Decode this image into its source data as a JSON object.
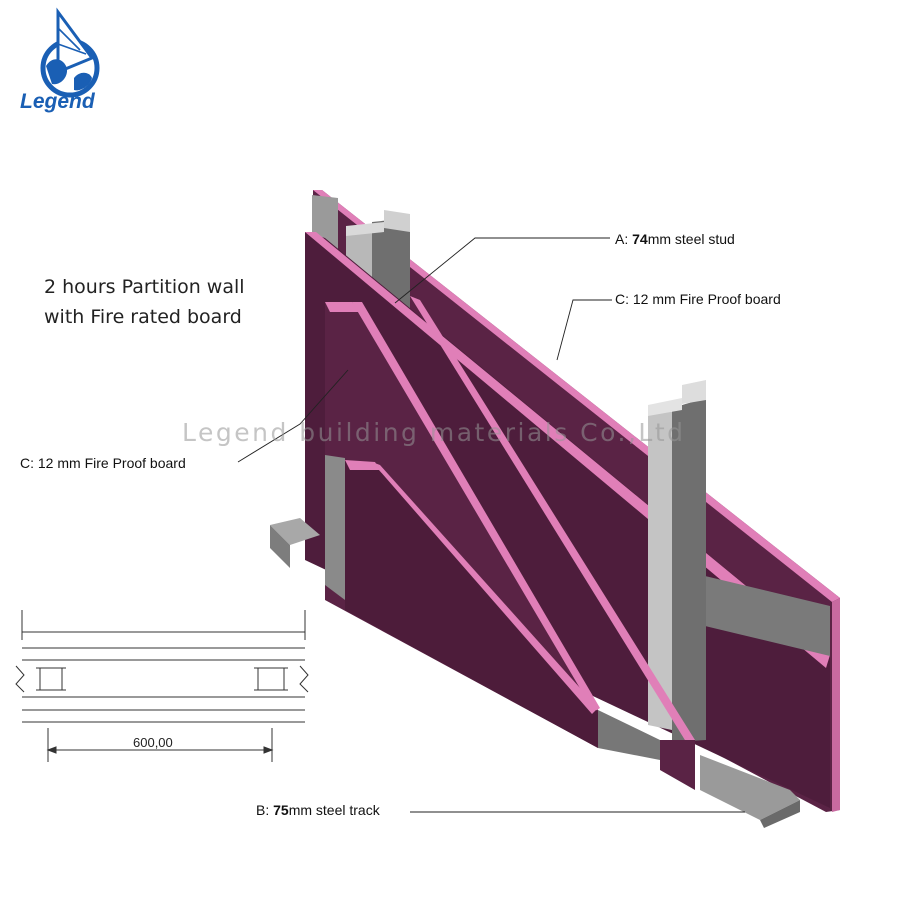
{
  "logo": {
    "name": "Legend"
  },
  "title": {
    "line1": "2 hours Partition wall",
    "line2": "with Fire rated board"
  },
  "watermark": "Legend building materials Co.,Ltd",
  "callouts": {
    "stud": {
      "letter": "A:",
      "size": "74",
      "text": "mm steel stud"
    },
    "board_right": {
      "text": "C:  12  mm Fire Proof  board"
    },
    "board_left": {
      "text": "C:  12  mm Fire Proof  board"
    },
    "track": {
      "letter": "B:",
      "size": "75",
      "text": "mm steel track"
    }
  },
  "section": {
    "dimension": "600,00"
  },
  "colors": {
    "board_face": "#5a2345",
    "board_edge": "#e07fb8",
    "steel": "#8c8c8c",
    "logo_blue": "#1a5fb4"
  }
}
